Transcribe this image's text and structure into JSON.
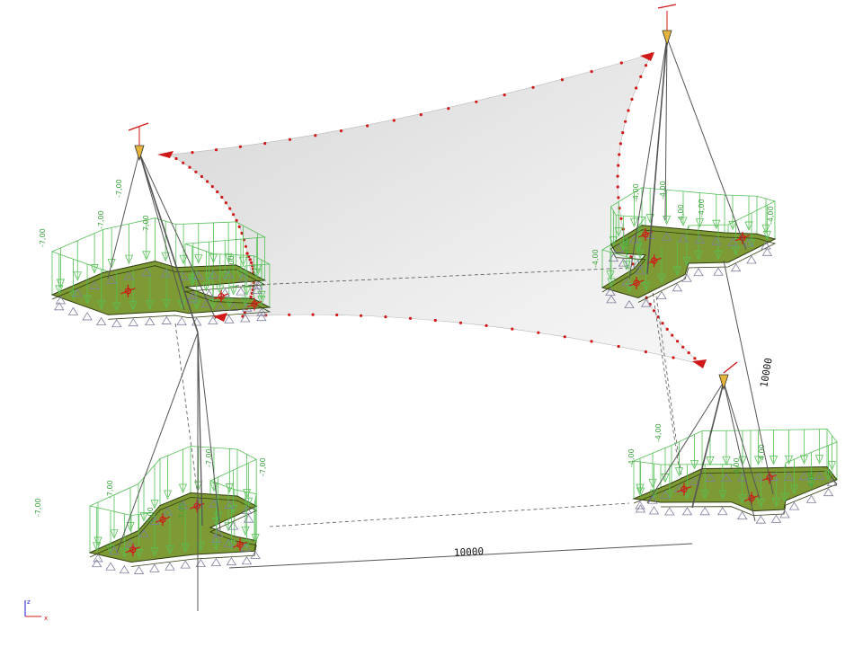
{
  "view": {
    "type": "structural-model-3d",
    "colors": {
      "membrane": "#e4e4e4",
      "membrane_edge": "#c8c8c8",
      "node": "#d01818",
      "slab": "#7e9a34",
      "slab_edge": "#2f3d10",
      "load": "#55c055",
      "support": "#7f7f9f",
      "cable": "#555555",
      "axis_x": "#d01818",
      "axis_z": "#1818d0"
    }
  },
  "foundations": [
    {
      "id": "top-left",
      "load_labels": [
        "-7,00",
        "-7,00",
        "-7,00",
        "-7,00",
        "-7,00"
      ]
    },
    {
      "id": "top-right",
      "load_labels": [
        "-4,00",
        "-4,00",
        "-4,00",
        "-4,00",
        "-4,00",
        "-4,00",
        "-4,00"
      ]
    },
    {
      "id": "bottom-left",
      "load_labels": [
        "-7,00",
        "-7,00",
        "-7,00",
        "-7,00",
        "-7,00",
        "-7,00"
      ]
    },
    {
      "id": "bottom-right",
      "load_labels": [
        "-4,00",
        "-4,00",
        "-4,00",
        "-4,00",
        "-4,00"
      ]
    }
  ],
  "dimensions": {
    "width": "10000",
    "depth": "10000"
  },
  "axes": {
    "z": "z",
    "x": "x"
  }
}
